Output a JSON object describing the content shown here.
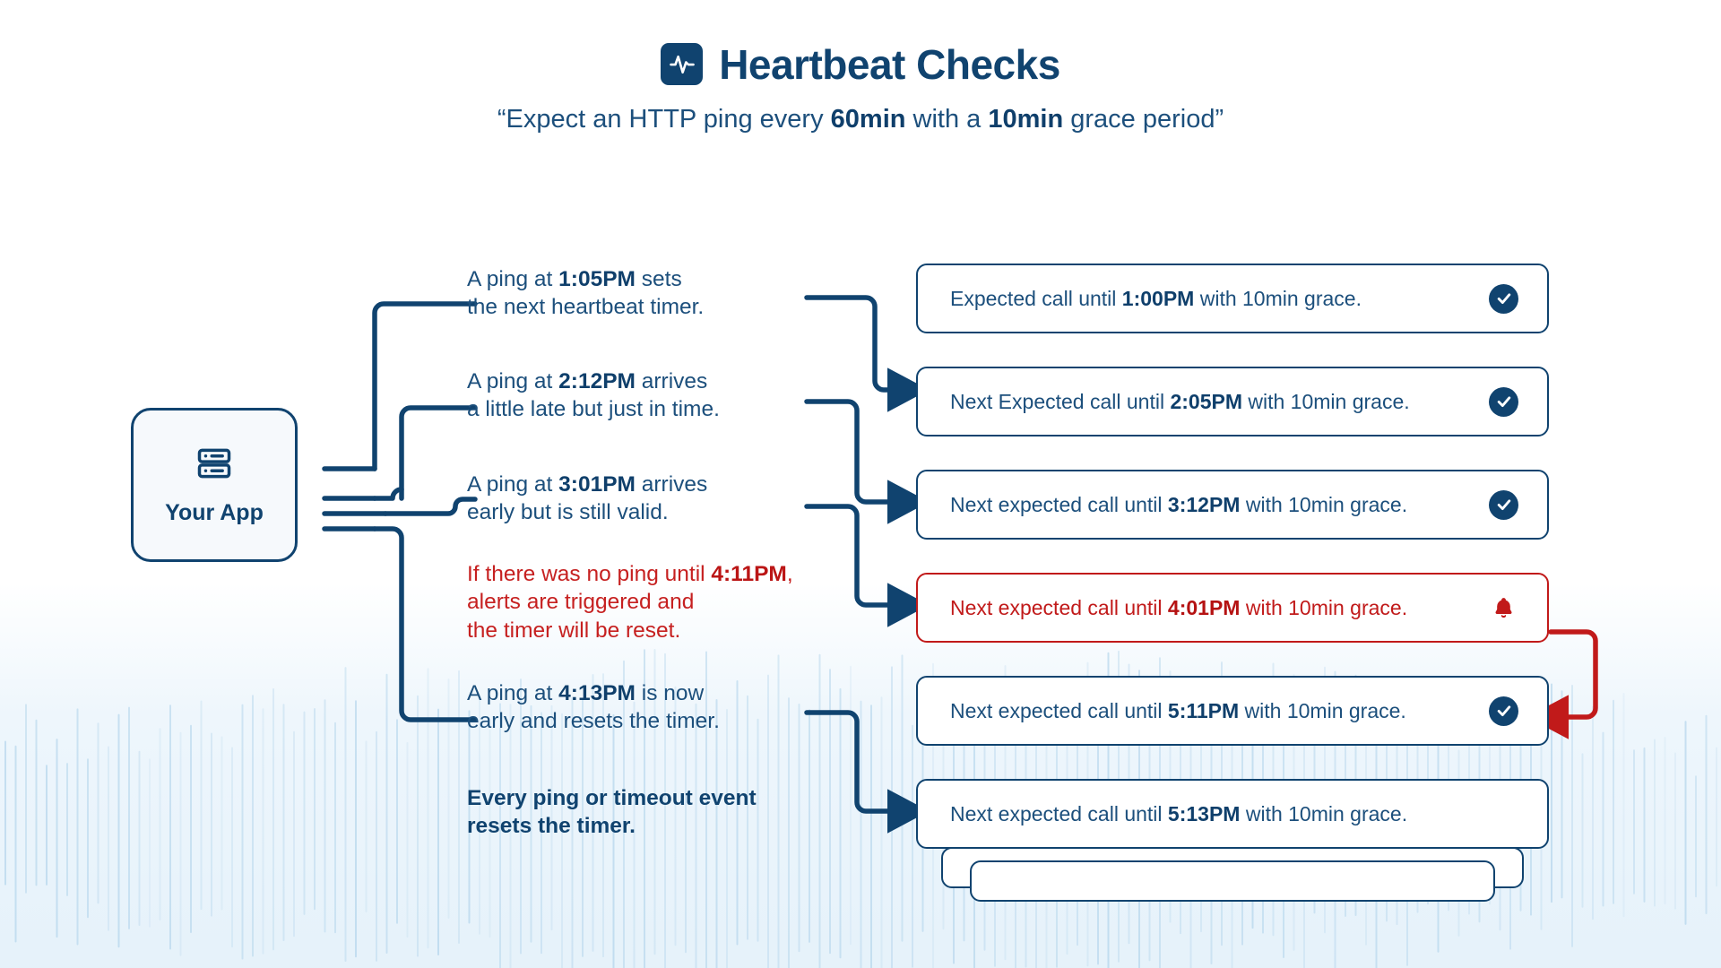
{
  "header": {
    "logo_icon": "heartbeat-pulse-icon",
    "title": "Heartbeat Checks",
    "subtitle_prefix": "“Expect an HTTP ping every ",
    "subtitle_b1": "60min",
    "subtitle_mid": " with a ",
    "subtitle_b2": "10min",
    "subtitle_suffix": " grace period”"
  },
  "app_node": {
    "icon": "server-icon",
    "label": "Your App"
  },
  "events": [
    {
      "id": "ping-105pm",
      "tone": "normal",
      "lines": [
        {
          "pre": "A ping at ",
          "strong": "1:05PM",
          "post": " sets"
        },
        {
          "pre": "the next heartbeat timer.",
          "strong": "",
          "post": ""
        }
      ]
    },
    {
      "id": "ping-212pm",
      "tone": "normal",
      "lines": [
        {
          "pre": "A ping at ",
          "strong": "2:12PM",
          "post": " arrives"
        },
        {
          "pre": "a little late but just in time.",
          "strong": "",
          "post": ""
        }
      ]
    },
    {
      "id": "ping-301pm",
      "tone": "normal",
      "lines": [
        {
          "pre": " A ping at ",
          "strong": "3:01PM",
          "post": " arrives"
        },
        {
          "pre": " early but is still valid.",
          "strong": "",
          "post": ""
        }
      ]
    },
    {
      "id": "timeout-411pm",
      "tone": "alert",
      "lines": [
        {
          "pre": "If there was no ping until ",
          "strong": "4:11PM",
          "post": ","
        },
        {
          "pre": "alerts are triggered and",
          "strong": "",
          "post": ""
        },
        {
          "pre": "the timer will be reset.",
          "strong": "",
          "post": ""
        }
      ]
    },
    {
      "id": "ping-413pm",
      "tone": "normal",
      "lines": [
        {
          "pre": "A ping at ",
          "strong": "4:13PM",
          "post": " is now"
        },
        {
          "pre": "early and resets the timer.",
          "strong": "",
          "post": ""
        }
      ]
    },
    {
      "id": "summary-note",
      "tone": "bold",
      "lines": [
        {
          "pre": "Every ping or timeout event",
          "strong": "",
          "post": ""
        },
        {
          "pre": "resets the timer.",
          "strong": "",
          "post": ""
        }
      ]
    }
  ],
  "cards": [
    {
      "id": "expected-100pm",
      "state": "ok",
      "icon": "check-circle-icon",
      "pre": "Expected call until ",
      "time": "1:00PM",
      "post": " with 10min grace."
    },
    {
      "id": "expected-205pm",
      "state": "ok",
      "icon": "check-circle-icon",
      "pre": "Next Expected call until ",
      "time": "2:05PM",
      "post": " with 10min grace."
    },
    {
      "id": "expected-312pm",
      "state": "ok",
      "icon": "check-circle-icon",
      "pre": "Next expected call until ",
      "time": "3:12PM",
      "post": " with 10min grace."
    },
    {
      "id": "expected-401pm",
      "state": "alert",
      "icon": "bell-icon",
      "pre": "Next expected call until ",
      "time": "4:01PM",
      "post": " with 10min grace."
    },
    {
      "id": "expected-511pm",
      "state": "ok",
      "icon": "check-circle-icon",
      "pre": "Next expected call until ",
      "time": "5:11PM",
      "post": " with 10min grace."
    },
    {
      "id": "expected-513pm",
      "state": "ok",
      "icon": "none",
      "pre": "Next expected call until ",
      "time": "5:13PM",
      "post": " with 10min grace."
    }
  ],
  "colors": {
    "brand_navy": "#10436f",
    "text_blue": "#1c4f7c",
    "alert_red": "#c11a1a",
    "card_bg": "#ffffff",
    "page_bg": "#ffffff",
    "wash_blue": "#e8f3fb"
  }
}
